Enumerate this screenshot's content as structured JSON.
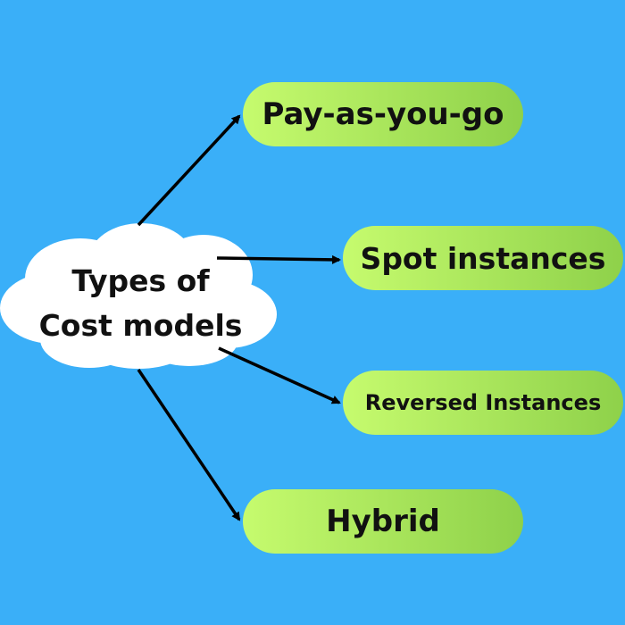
{
  "colors": {
    "background": "#3AAFF8",
    "node_fill_start": "#C6FB6E",
    "node_fill_end": "#8ED14A",
    "cloud_fill": "#FFFFFF",
    "arrow": "#000000",
    "text": "#111111"
  },
  "cloud": {
    "line1": "Types of",
    "line2": "Cost models"
  },
  "nodes": [
    {
      "label": "Pay-as-you-go"
    },
    {
      "label": "Spot instances"
    },
    {
      "label": "Reversed Instances"
    },
    {
      "label": "Hybrid"
    }
  ]
}
